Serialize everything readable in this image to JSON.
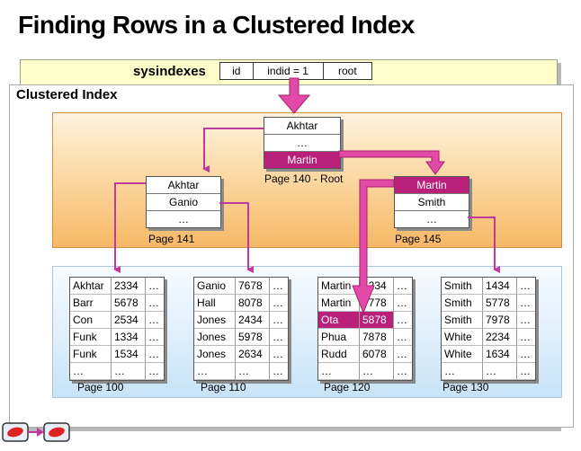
{
  "title": "Finding Rows in a Clustered Index",
  "sysindexes": {
    "label": "sysindexes",
    "columns": [
      "id",
      "indid = 1",
      "root"
    ]
  },
  "clustered_index_label": "Clustered Index",
  "root_page": {
    "rows": [
      "Akhtar",
      "…",
      "Martin"
    ],
    "caption": "Page 140 - Root"
  },
  "intermediate_pages": [
    {
      "rows": [
        "Akhtar",
        "Ganio",
        "…"
      ],
      "caption": "Page 141"
    },
    {
      "rows": [
        "Martin",
        "Smith",
        "…"
      ],
      "caption": "Page 145"
    }
  ],
  "leaf_pages": [
    {
      "caption": "Page 100",
      "rows": [
        [
          "Akhtar",
          "2334",
          "…"
        ],
        [
          "Barr",
          "5678",
          "…"
        ],
        [
          "Con",
          "2534",
          "…"
        ],
        [
          "Funk",
          "1334",
          "…"
        ],
        [
          "Funk",
          "1534",
          "…"
        ],
        [
          "…",
          "…",
          "…"
        ]
      ]
    },
    {
      "caption": "Page 110",
      "rows": [
        [
          "Ganio",
          "7678",
          "…"
        ],
        [
          "Hall",
          "8078",
          "…"
        ],
        [
          "Jones",
          "2434",
          "…"
        ],
        [
          "Jones",
          "5978",
          "…"
        ],
        [
          "Jones",
          "2634",
          "…"
        ],
        [
          "…",
          "…",
          "…"
        ]
      ]
    },
    {
      "caption": "Page 120",
      "rows": [
        [
          "Martin",
          "1234",
          "…"
        ],
        [
          "Martin",
          "7778",
          "…"
        ],
        [
          "Ota",
          "5878",
          "…"
        ],
        [
          "Phua",
          "7878",
          "…"
        ],
        [
          "Rudd",
          "6078",
          "…"
        ],
        [
          "…",
          "…",
          "…"
        ]
      ]
    },
    {
      "caption": "Page 130",
      "rows": [
        [
          "Smith",
          "1434",
          "…"
        ],
        [
          "Smith",
          "5778",
          "…"
        ],
        [
          "Smith",
          "7978",
          "…"
        ],
        [
          "White",
          "2234",
          "…"
        ],
        [
          "White",
          "1634",
          "…"
        ],
        [
          "…",
          "…",
          "…"
        ]
      ]
    }
  ],
  "colors": {
    "highlight": "#b8207a",
    "arrow_normal": "#c03a9e",
    "arrow_bold": "#e14aa6",
    "orange_panel": "#f6b866",
    "blue_panel": "#c7e3f7",
    "yellow_panel": "#ffffcc"
  },
  "footer_icon": "navigation-arrows-icon"
}
